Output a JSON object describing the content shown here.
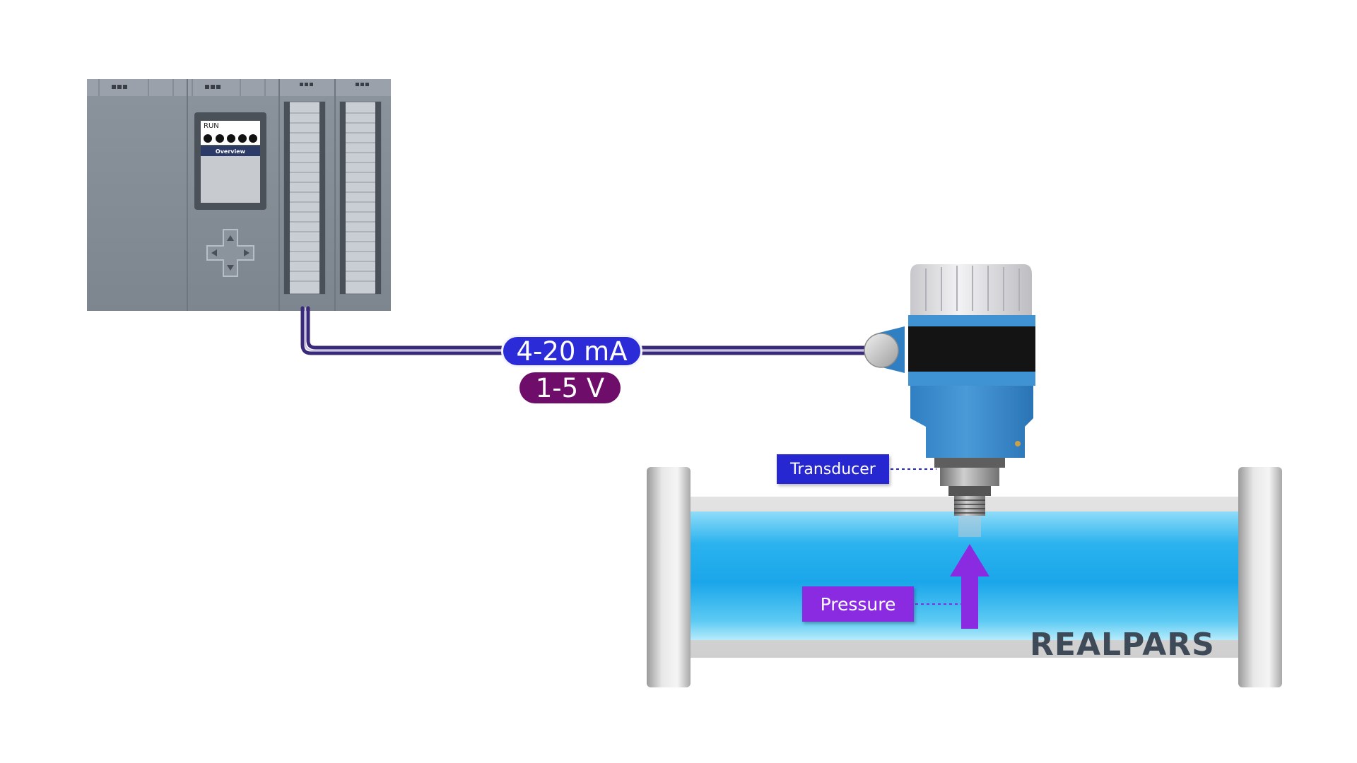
{
  "signal": {
    "current": "4-20 mA",
    "voltage": "1-5 V"
  },
  "labels": {
    "transducer": "Transducer",
    "pressure": "Pressure"
  },
  "plc": {
    "display_status": "RUN",
    "display_menu": "Overview"
  },
  "brand": {
    "logo": "REALPARS"
  },
  "colors": {
    "current_pill": "#2b2bd8",
    "voltage_pill": "#6f0d6b",
    "transducer_tag": "#2727d2",
    "pressure_tag": "#8a2be2",
    "wire": "#3b2a7a",
    "fluid": "#1fa8ea",
    "transmitter_body": "#3d8fd0"
  },
  "icons": {
    "pressure_arrow": "arrow-up-icon",
    "dpad": "dpad-icon"
  }
}
